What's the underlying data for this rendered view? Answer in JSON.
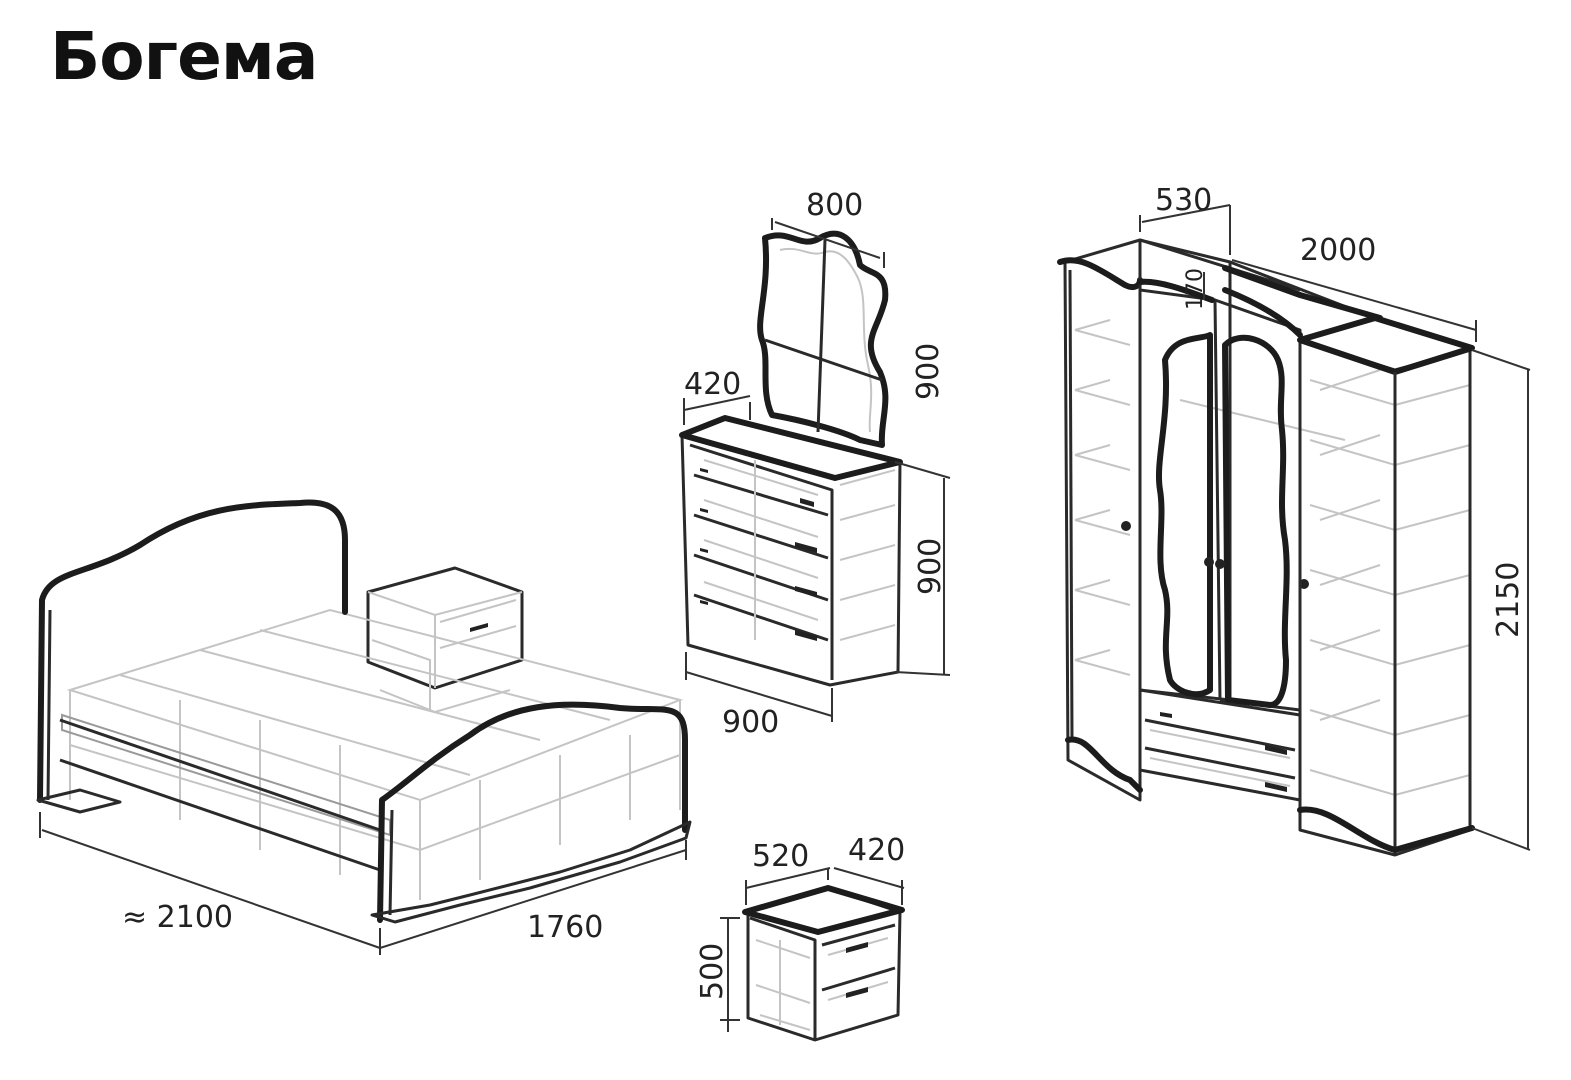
{
  "title": "Богема",
  "colors": {
    "ink": "#1c1c1c",
    "light_line": "#c4c4c4",
    "background": "#ffffff"
  },
  "bed": {
    "length_label": "≈ 2100",
    "width_label": "1760"
  },
  "dresser": {
    "mirror_width_label": "800",
    "mirror_height_label": "900",
    "depth_label": "420",
    "height_label": "900",
    "width_label": "900"
  },
  "nightstand": {
    "width_label": "520",
    "depth_label": "420",
    "height_label": "500"
  },
  "wardrobe": {
    "depth_label": "530",
    "width_label": "2000",
    "cornice_label": "170",
    "height_label": "2150"
  }
}
